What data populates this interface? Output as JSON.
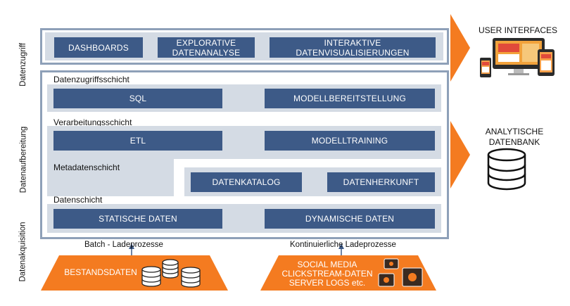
{
  "side_labels": {
    "access": "Datenzugriff",
    "processing": "Datenaufbereitung",
    "acquisition": "Datenakquisition"
  },
  "access_row": {
    "dashboards": "DASHBOARDS",
    "explorative": "EXPLORATIVE DATENANALYSE",
    "interactive": "INTERAKTIVE DATENVISUALISIERUNGEN"
  },
  "layers": {
    "access_layer": "Datenzugriffsschicht",
    "processing_layer": "Verarbeitungsschicht",
    "metadata_layer": "Metadatenschicht",
    "data_layer": "Datenschicht"
  },
  "boxes": {
    "sql": "SQL",
    "model_serving": "MODELLBEREITSTELLUNG",
    "etl": "ETL",
    "model_training": "MODELLTRAINING",
    "data_catalog": "DATENKATALOG",
    "data_lineage": "DATENHERKUNFT",
    "static_data": "STATISCHE DATEN",
    "dynamic_data": "DYNAMISCHE DATEN"
  },
  "right": {
    "user_interfaces": "USER INTERFACES",
    "analytical_db": "ANALYTISCHE DATENBANK"
  },
  "sources": {
    "batch_caption": "Batch - Ladeprozesse",
    "continuous_caption": "Kontinuierliche Ladeprozesse",
    "legacy": "BESTANDSDATEN",
    "streams": "SOCIAL MEDIA CLICKSTREAM-DATEN SERVER LOGS etc."
  },
  "colors": {
    "navy": "#3d5a87",
    "band": "#d4dbe4",
    "frame": "#8ea0b8",
    "orange": "#f47b20"
  }
}
